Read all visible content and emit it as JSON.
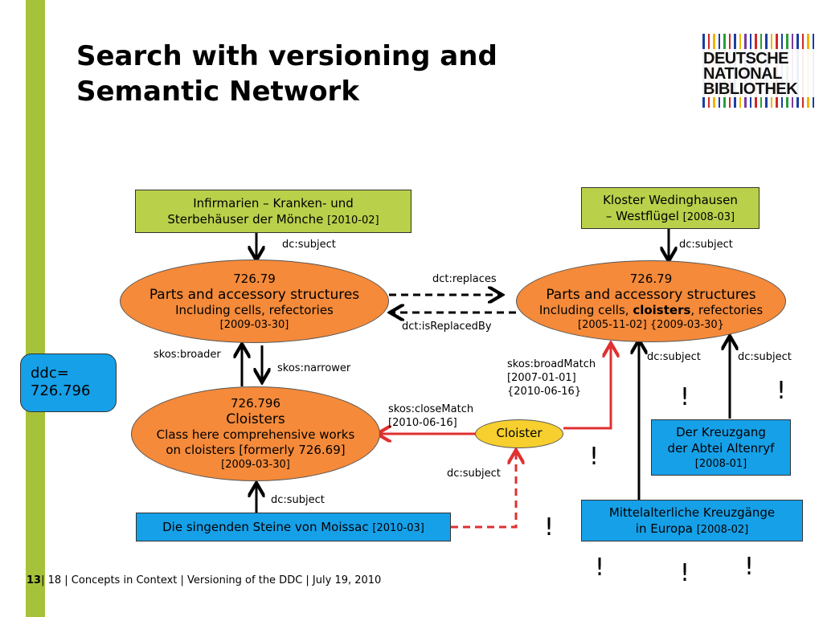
{
  "slide": {
    "title_line1": "Search with versioning and",
    "title_line2": "Semantic Network",
    "logo": [
      "DEUTSCHE",
      "NATIONAL",
      "BIBLIOTHEK"
    ]
  },
  "boxes": {
    "infirmarien": {
      "line1": "Infirmarien – Kranken- und",
      "line2": "Sterbehäuser der Mönche",
      "date": "[2010-02]"
    },
    "kloster": {
      "line1": "Kloster Wedinghausen",
      "line2": "– Westflügel",
      "date": "[2008-03]"
    },
    "kreuzgang": {
      "line1": "Der Kreuzgang",
      "line2": "der Abtei Altenryf",
      "date": "[2008-01]"
    },
    "mittelalterliche": {
      "line1": "Mittelalterliche Kreuzgänge",
      "line2": "in Europa",
      "date": "[2008-02]"
    },
    "steine": {
      "text": "Die singenden Steine von Moissac",
      "date": "[2010-03]"
    }
  },
  "ovals": {
    "left": {
      "num": "726.79",
      "name": "Parts and accessory structures",
      "sub": "Including cells, refectories",
      "date": "[2009-03-30]"
    },
    "right": {
      "num": "726.79",
      "name": "Parts and accessory structures",
      "sub_a": "Including cells, ",
      "sub_bold": "cloisters",
      "sub_b": ", refectories",
      "date": "[2005-11-02] {2009-03-30}"
    },
    "cloisters": {
      "num": "726.796",
      "name": "Cloisters",
      "sub1": "Class here comprehensive works",
      "sub2": "on cloisters [formerly 726.69]",
      "date": "[2009-03-30]"
    }
  },
  "cloister_label": "Cloister",
  "ddc": {
    "line1": "ddc=",
    "line2": "726.796"
  },
  "relations": {
    "dc_subject": "dc:subject",
    "replaces": "dct:replaces",
    "is_replaced_by": "dct:isReplacedBy",
    "broader": "skos:broader",
    "narrower": "skos:narrower",
    "broad_match": "skos:broadMatch",
    "broad_match_date1": "[2007-01-01]",
    "broad_match_date2": "{2010-06-16}",
    "close_match": "skos:closeMatch",
    "close_match_date": "[2010-06-16]"
  },
  "exclamation": "!",
  "footer": {
    "page": "13",
    "rest": "| 18 | Concepts in Context | Versioning of the DDC | July 19, 2010"
  },
  "colors": {
    "sidebar": "#a6c23a",
    "green_box": "#b9d04a",
    "blue_box": "#16a0e8",
    "oval": "#f48a3a",
    "cloister": "#f7cf2e",
    "match_arrow": "#e03030"
  }
}
